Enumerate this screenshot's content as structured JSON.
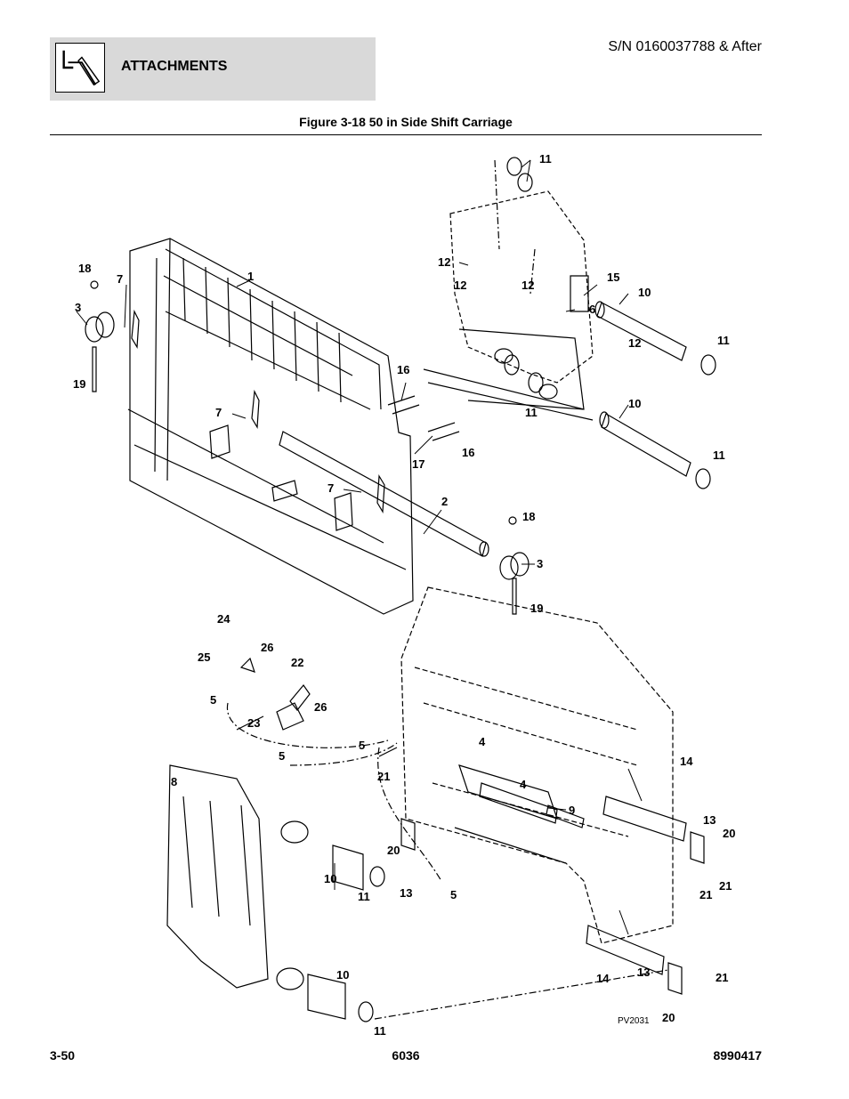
{
  "header": {
    "section_title": "ATTACHMENTS",
    "serial": "S/N 0160037788 & After",
    "icon": "attachment-fork-icon"
  },
  "figure": {
    "title": "Figure 3-18 50 in Side Shift Carriage",
    "code": "PV2031",
    "callouts": [
      "1",
      "2",
      "3",
      "3",
      "4",
      "4",
      "5",
      "5",
      "5",
      "5",
      "6",
      "7",
      "7",
      "7",
      "8",
      "9",
      "10",
      "10",
      "10",
      "10",
      "11",
      "11",
      "11",
      "11",
      "11",
      "11",
      "12",
      "12",
      "12",
      "12",
      "13",
      "13",
      "13",
      "14",
      "14",
      "15",
      "16",
      "16",
      "17",
      "18",
      "18",
      "19",
      "19",
      "20",
      "20",
      "20",
      "21",
      "21",
      "21",
      "21",
      "22",
      "23",
      "24",
      "25",
      "26",
      "26"
    ]
  },
  "footer": {
    "page": "3-50",
    "model": "6036",
    "manual": "8990417"
  }
}
